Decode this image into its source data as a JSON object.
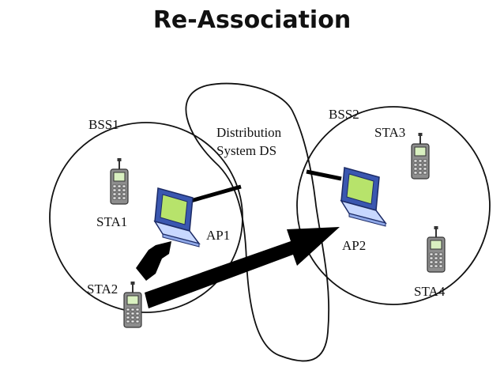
{
  "title": "Re-Association",
  "labels": {
    "bss1": "BSS1",
    "bss2": "BSS2",
    "ds_line1": "Distribution",
    "ds_line2": "System DS",
    "sta1": "STA1",
    "sta2": "STA2",
    "sta3": "STA3",
    "sta4": "STA4",
    "ap1": "AP1",
    "ap2": "AP2"
  },
  "colors": {
    "laptop_screen": "#b7e36b",
    "laptop_frame": "#3a57b0",
    "laptop_body": "#c8d8ff",
    "phone_body": "#9a9a9a",
    "line": "#000000"
  }
}
